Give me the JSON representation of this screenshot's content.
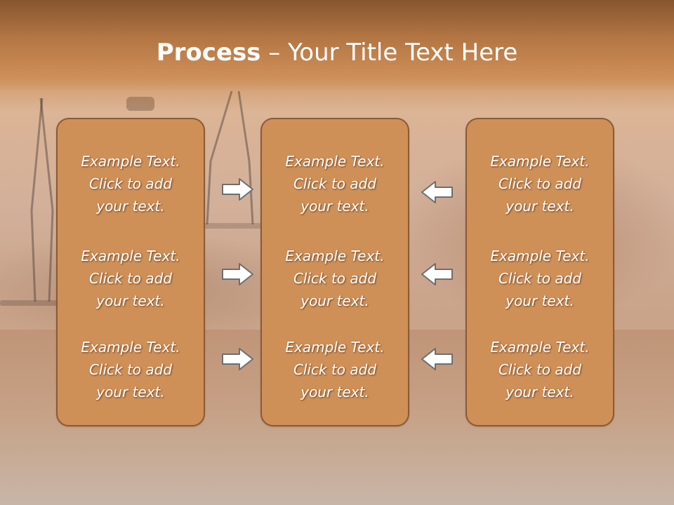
{
  "title": {
    "bold": "Process",
    "rest": " – Your Title Text Here"
  },
  "columns": [
    {
      "items": [
        {
          "line1": "Example Text.",
          "line2": "Click  to add",
          "line3": "your text."
        },
        {
          "line1": "Example Text.",
          "line2": "Click  to add",
          "line3": "your text."
        },
        {
          "line1": "Example Text.",
          "line2": "Click  to add",
          "line3": "your text."
        }
      ]
    },
    {
      "items": [
        {
          "line1": "Example Text.",
          "line2": "Click  to add",
          "line3": "your text."
        },
        {
          "line1": "Example Text.",
          "line2": "Click  to add",
          "line3": "your text."
        },
        {
          "line1": "Example Text.",
          "line2": "Click  to add",
          "line3": "your text."
        }
      ]
    },
    {
      "items": [
        {
          "line1": "Example Text.",
          "line2": "Click  to add",
          "line3": "your text."
        },
        {
          "line1": "Example Text.",
          "line2": "Click  to add",
          "line3": "your text."
        },
        {
          "line1": "Example Text.",
          "line2": "Click  to add",
          "line3": "your text."
        }
      ]
    }
  ],
  "arrows": {
    "left_column": "right-arrow-icon",
    "right_column": "left-arrow-icon"
  },
  "colors": {
    "box_fill": "#cf9058",
    "box_border": "#8a5a36",
    "header_band": "#b27543",
    "arrow_fill": "#ffffff",
    "arrow_stroke": "#6e6e6e"
  }
}
